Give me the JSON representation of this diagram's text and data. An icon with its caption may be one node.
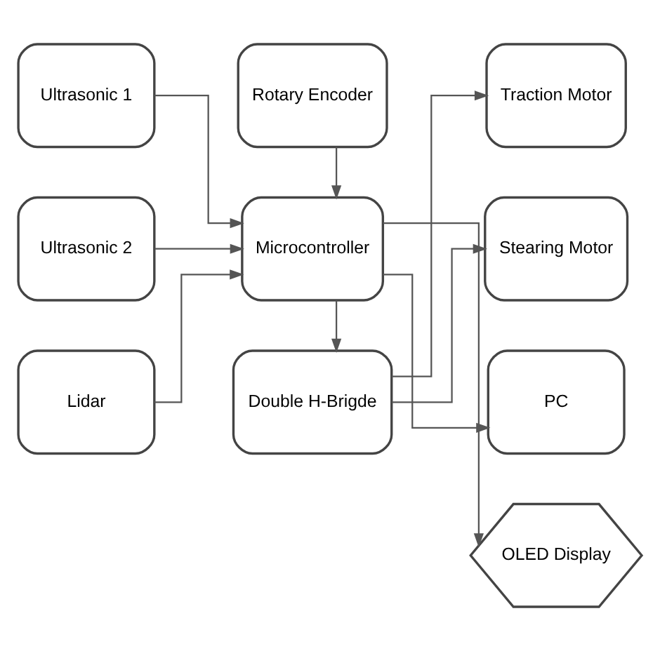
{
  "diagram": {
    "nodes": [
      {
        "text": [
          "Traction Motor"
        ]
      },
      {
        "text": [
          "Double H-Brigde"
        ]
      },
      {
        "text": [
          "Stearing Motor"
        ]
      },
      {
        "text": [
          "Ultrasonic 1"
        ]
      },
      {
        "text": [
          "Ultrasonic 2"
        ]
      },
      {
        "text": [
          "Microcontroller"
        ]
      },
      {
        "text": [
          "PC"
        ]
      },
      {
        "text": [
          "Lidar"
        ]
      },
      {
        "text": [
          "Rotary Encoder"
        ]
      },
      {
        "text": [
          "OLED Display"
        ]
      }
    ],
    "edges": [
      {
        "from": 3,
        "to": 5,
        "arrow": "to"
      },
      {
        "from": 4,
        "to": 5,
        "arrow": "to"
      },
      {
        "from": 7,
        "to": 5,
        "arrow": "to"
      },
      {
        "from": 5,
        "to": 1,
        "arrow": "to"
      },
      {
        "from": 1,
        "to": 0,
        "arrow": "to"
      },
      {
        "from": 1,
        "to": 2,
        "arrow": "to"
      },
      {
        "from": 5,
        "to": 6,
        "arrow": "to"
      },
      {
        "from": 8,
        "to": 5,
        "arrow": "to"
      },
      {
        "from": 5,
        "to": 9,
        "arrow": "to"
      }
    ]
  }
}
